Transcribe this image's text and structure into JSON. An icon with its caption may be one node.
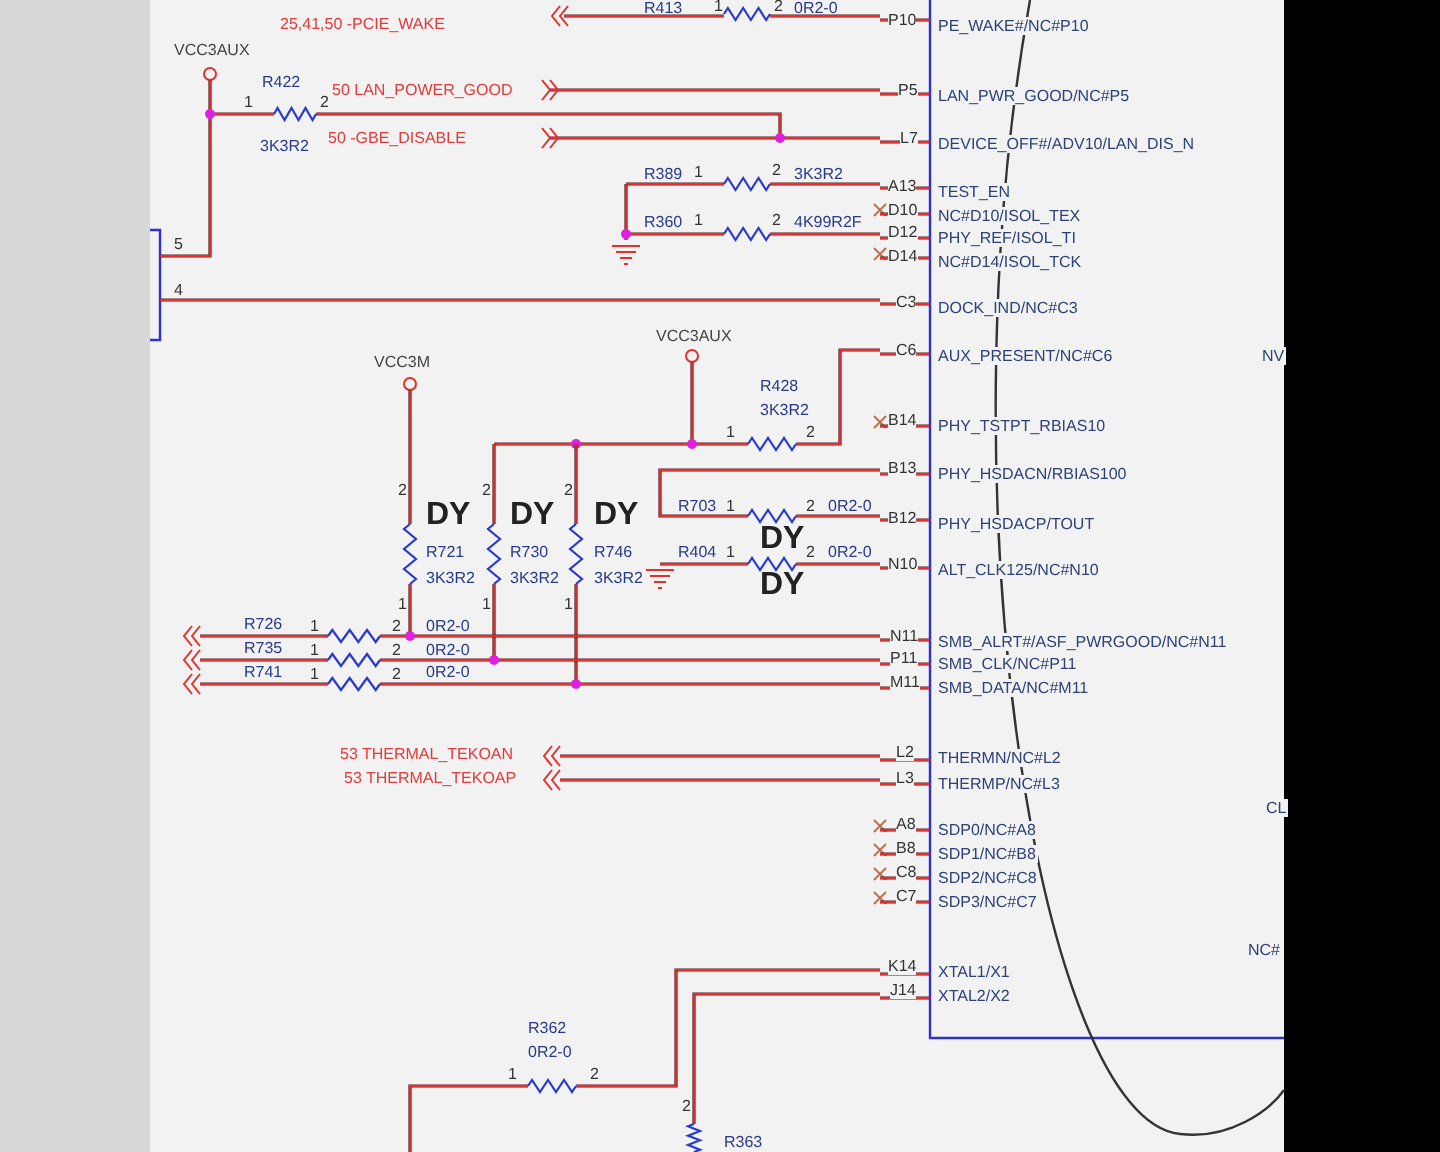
{
  "diagram": {
    "labels": [
      "25,41,50 -PCIE_WAKE",
      "R413",
      "1",
      "2",
      "0R2-0",
      "P10",
      "PE_WAKE#/NC#P10",
      "VCC3AUX",
      "R422",
      "1",
      "2",
      "50 LAN_POWER_GOOD",
      "P5",
      "LAN_PWR_GOOD/NC#P5",
      "3K3R2",
      "50 -GBE_DISABLE",
      "L7",
      "DEVICE_OFF#/ADV10/LAN_DIS_N",
      "R389",
      "1",
      "2",
      "3K3R2",
      "A13",
      "TEST_EN",
      "R360",
      "1",
      "2",
      "4K99R2F",
      "D10",
      "NC#D10/ISOL_TEX",
      "D12",
      "PHY_REF/ISOL_TI",
      "D14",
      "NC#D14/ISOL_TCK",
      "5",
      "4",
      "C3",
      "DOCK_IND/NC#C3",
      "VCC3M",
      "VCC3AUX",
      "C6",
      "AUX_PRESENT/NC#C6",
      "NV",
      "R428",
      "3K3R2",
      "1",
      "2",
      "B14",
      "PHY_TSTPT_RBIAS10",
      "B13",
      "PHY_HSDACN/RBIAS100",
      "2",
      "2",
      "2",
      "DY",
      "DY",
      "DY",
      "R703",
      "1",
      "2",
      "0R2-0",
      "B12",
      "PHY_HSDACP/TOUT",
      "DY",
      "R721",
      "R730",
      "R746",
      "R404",
      "1",
      "2",
      "0R2-0",
      "3K3R2",
      "3K3R2",
      "3K3R2",
      "DY",
      "N10",
      "ALT_CLK125/NC#N10",
      "1",
      "1",
      "1",
      "R726",
      "1",
      "2",
      "0R2-0",
      "R735",
      "1",
      "2",
      "0R2-0",
      "R741",
      "1",
      "2",
      "0R2-0",
      "N11",
      "SMB_ALRT#/ASF_PWRGOOD/NC#N11",
      "P11",
      "SMB_CLK/NC#P11",
      "M11",
      "SMB_DATA/NC#M11",
      "53 THERMAL_TEKOAN",
      "L2",
      "THERMN/NC#L2",
      "53 THERMAL_TEKOAP",
      "L3",
      "THERMP/NC#L3",
      "CL",
      "A8",
      "SDP0/NC#A8",
      "B8",
      "SDP1/NC#B8",
      "C8",
      "SDP2/NC#C8",
      "C7",
      "SDP3/NC#C7",
      "NC#",
      "K14",
      "XTAL1/X1",
      "J14",
      "XTAL2/X2",
      "R362",
      "0R2-0",
      "1",
      "2",
      "2",
      "R363"
    ]
  }
}
